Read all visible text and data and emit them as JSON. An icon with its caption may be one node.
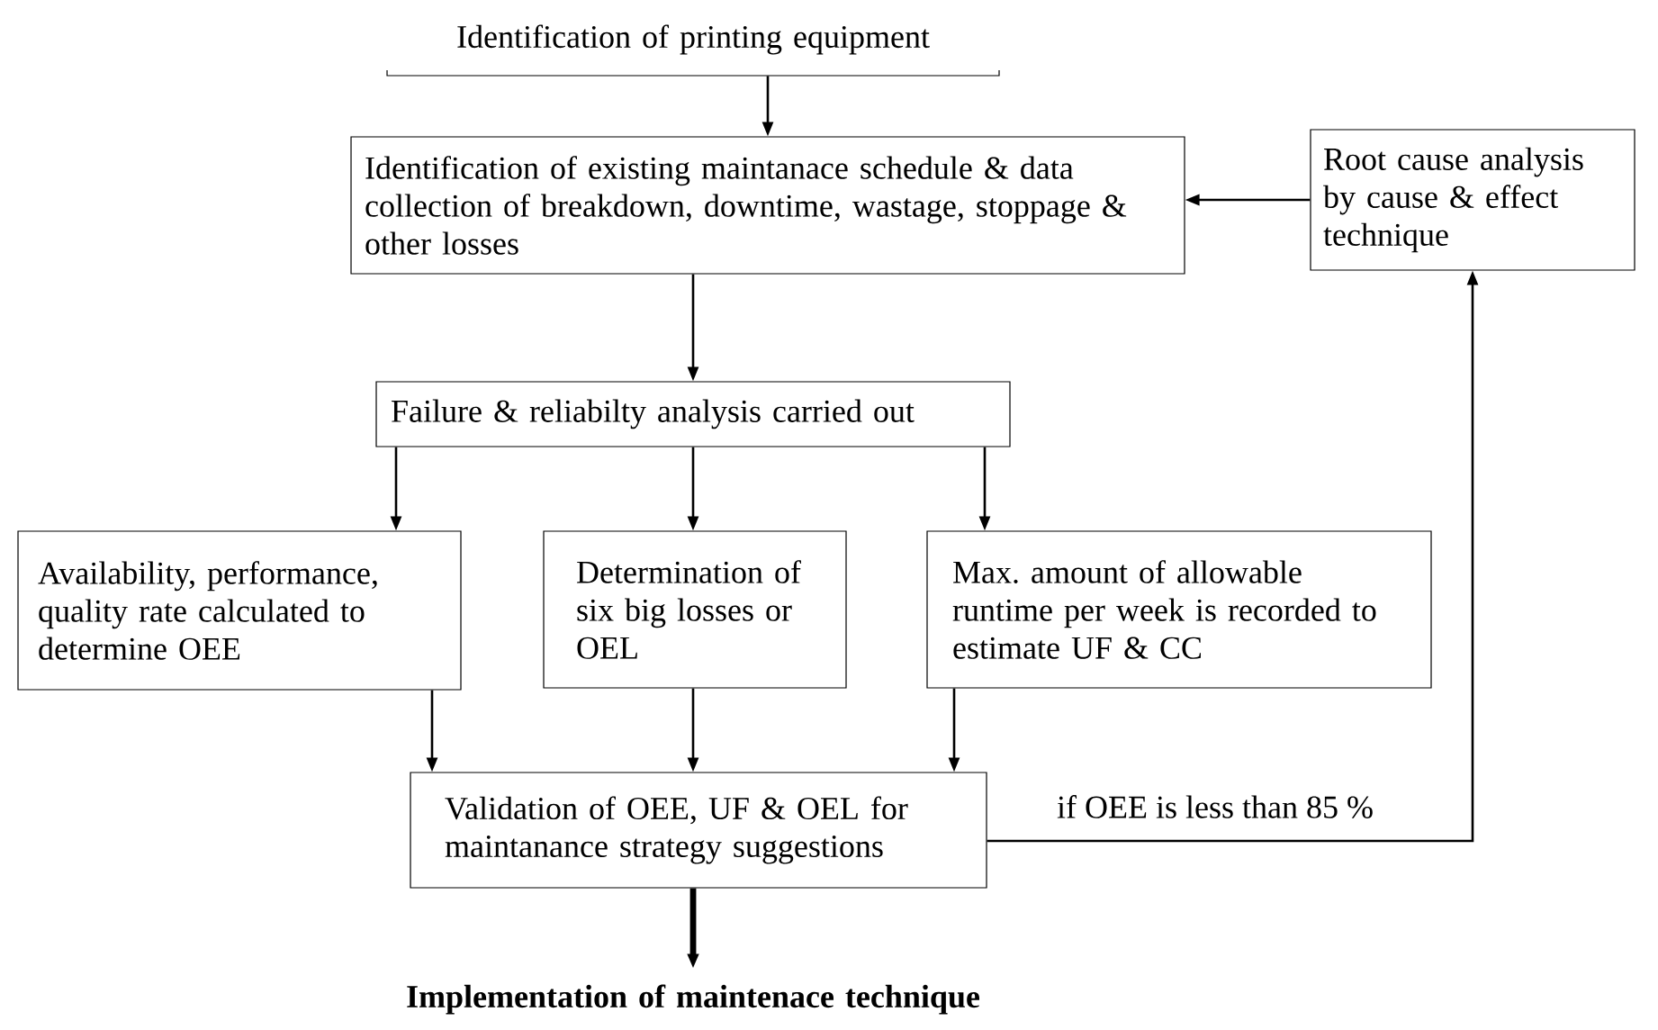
{
  "diagram": {
    "nodes": [
      {
        "text": [
          "Identification of printing equipment"
        ]
      },
      {
        "text": [
          "Identification of existing maintanace schedule & data collection of breakdown, downtime, wastage, stoppage & other losses"
        ]
      },
      {
        "text": [
          "Root cause analysis by cause & effect technique"
        ]
      },
      {
        "text": [
          "Failure & reliabilty analysis carried out"
        ]
      },
      {
        "text": [
          "Availability, performance, quality rate calculated to determine OEE"
        ]
      },
      {
        "text": [
          "Determination of six big losses or OEL"
        ]
      },
      {
        "text": [
          "Max. amount of allowable runtime per week is recorded to estimate UF & CC"
        ]
      },
      {
        "text": [
          "Validation of OEE, UF & OEL for maintanance strategy suggestions"
        ]
      },
      {
        "text": [
          "**Implementation of maintenace technique**"
        ]
      }
    ],
    "edges": [
      {
        "from": 0,
        "to": 1,
        "arrow": "to"
      },
      {
        "from": 2,
        "to": 1,
        "arrow": "to"
      },
      {
        "from": 1,
        "to": 3,
        "arrow": "to"
      },
      {
        "from": 3,
        "to": 4,
        "arrow": "to"
      },
      {
        "from": 3,
        "to": 5,
        "arrow": "to"
      },
      {
        "from": 3,
        "to": 6,
        "arrow": "to"
      },
      {
        "from": 4,
        "to": 7,
        "arrow": "to"
      },
      {
        "from": 5,
        "to": 7,
        "arrow": "to"
      },
      {
        "from": 6,
        "to": 7,
        "arrow": "to"
      },
      {
        "from": 7,
        "to": 2,
        "label": "if OEE is less than 85 %",
        "arrow": "to"
      },
      {
        "from": 7,
        "to": 8,
        "arrow": "to",
        "style": "thick"
      }
    ]
  }
}
